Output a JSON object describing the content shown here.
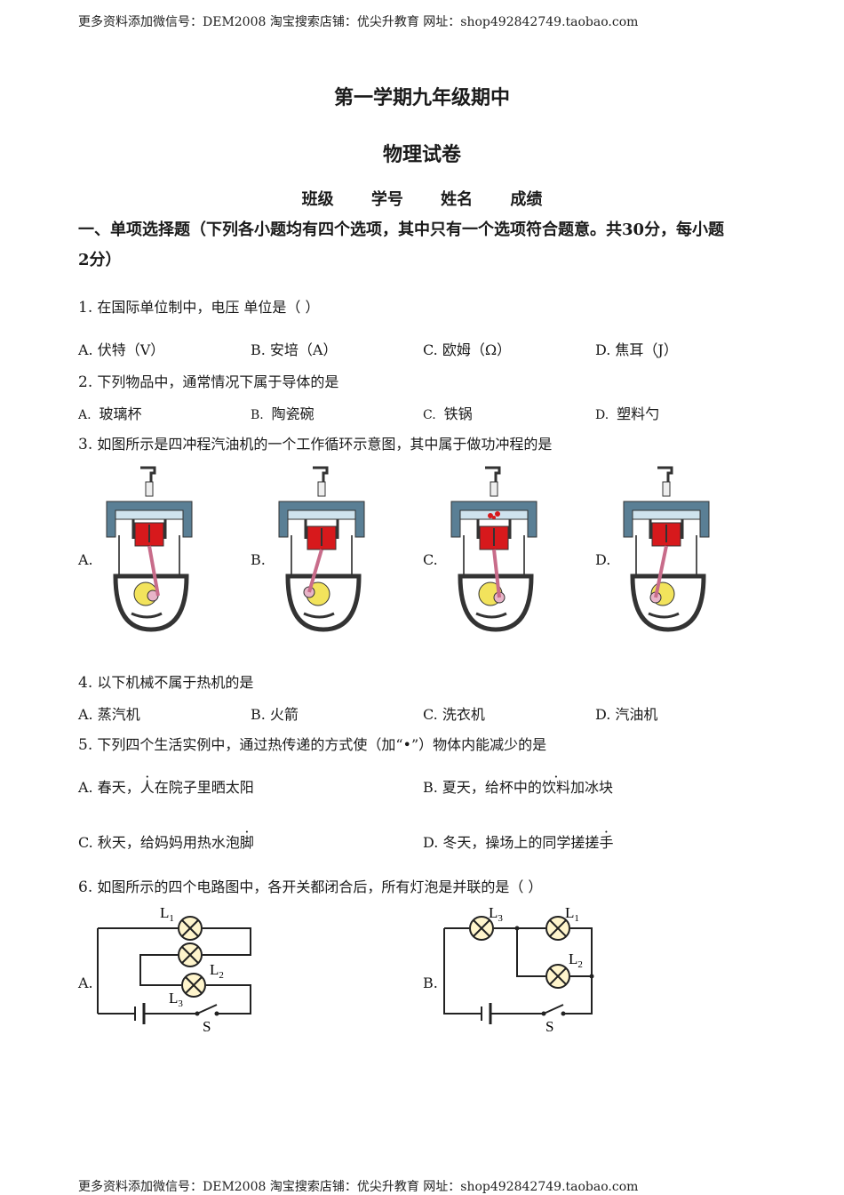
{
  "header_top": "更多资料添加微信号：DEM2008  淘宝搜索店铺：优尖升教育  网址：shop492842749.taobao.com",
  "footer": "更多资料添加微信号：DEM2008  淘宝搜索店铺：优尖升教育  网址：shop492842749.taobao.com",
  "title": "第一学期九年级期中",
  "subtitle": "物理试卷",
  "fields": [
    "班级",
    "学号",
    "姓名",
    "成绩"
  ],
  "section1": {
    "title": "一、单项选择题（下列各小题均有四个选项，其中只有一个选项符合题意。共",
    "points": "30",
    "title_tail": "分，每小题",
    "line2_points": "2",
    "line2_tail": "分）"
  },
  "q1": {
    "num": "1.",
    "text": "在国际单位制中，电压   单位是（     ）",
    "options": [
      "A. 伏特（V）",
      "B. 安培（A）",
      "C. 欧姆（Ω）",
      "D. 焦耳（J）"
    ]
  },
  "q2": {
    "num": "2.",
    "text": "下列物品中，通常情况下属于导体的是",
    "options": [
      {
        "letter": "A.",
        "text": "玻璃杯"
      },
      {
        "letter": "B.",
        "text": "陶瓷碗"
      },
      {
        "letter": "C.",
        "text": "铁锅"
      },
      {
        "letter": "D.",
        "text": "塑料勺"
      }
    ]
  },
  "q3": {
    "num": "3.",
    "text": "如图所示是四冲程汽油机的一个工作循环示意图，其中属于做功冲程的是",
    "options": [
      "A.",
      "B.",
      "C.",
      "D."
    ]
  },
  "q4": {
    "num": "4.",
    "text": "以下机械不属于热机的是",
    "options": [
      "A. 蒸汽机",
      "B. 火箭",
      "C. 洗衣机",
      "D. 汽油机"
    ]
  },
  "q5": {
    "num": "5.",
    "text": "下列四个生活实例中，通过热传递的方式使（加“•”）物体内能减少的是",
    "options": [
      {
        "pre": "A. 春天，",
        "dot": "人",
        "post": "在院子里晒太阳"
      },
      {
        "pre": "B. 夏天，给杯中的",
        "dot": "饮料",
        "post": "加冰块"
      },
      {
        "pre": "C. 秋天，给妈妈用热水泡",
        "dot": "脚",
        "post": ""
      },
      {
        "pre": "D. 冬天，操场上的同学搓搓",
        "dot": "手",
        "post": ""
      }
    ]
  },
  "q6": {
    "num": "6.",
    "text": "如图所示的四个电路图中，各开关都闭合后，所有灯泡是并联的是（     ）",
    "options": [
      "A.",
      "B."
    ],
    "labels": {
      "l1": "L",
      "l1_sub": "1",
      "l2": "L",
      "l2_sub": "2",
      "l3": "L",
      "l3_sub": "3",
      "switch": "S"
    }
  },
  "colors": {
    "text": "#1a1a1a",
    "piston": "#d7191c",
    "crank": "#f2e35c",
    "body": "#5a7f95"
  }
}
